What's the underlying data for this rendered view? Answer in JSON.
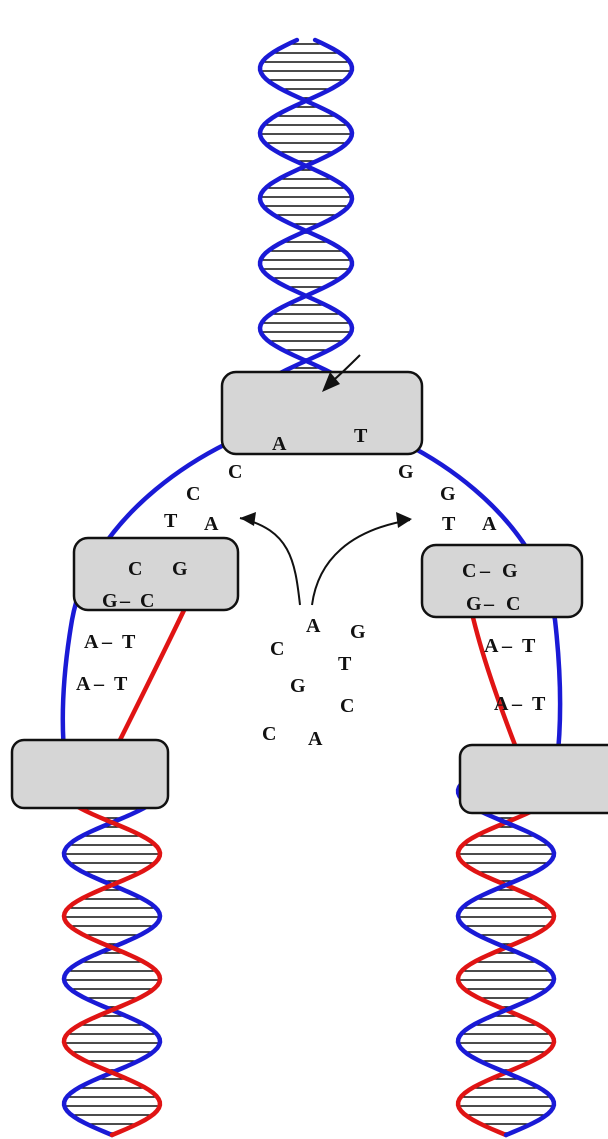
{
  "colors": {
    "parent_strand": "#1a1ad6",
    "new_strand": "#e01414",
    "enzyme_fill": "#d6d6d6",
    "rung": "#111111",
    "outline": "#111111"
  },
  "fork_bases": {
    "left": [
      "A",
      "C",
      "C",
      "T",
      "A"
    ],
    "right": [
      "T",
      "G",
      "G",
      "T",
      "A"
    ]
  },
  "left_pairs": [
    {
      "a": "C",
      "b": "G",
      "dash": ""
    },
    {
      "a": "G",
      "b": "C",
      "dash": "–"
    },
    {
      "a": "A",
      "b": "T",
      "dash": "–"
    },
    {
      "a": "A",
      "b": "T",
      "dash": "–"
    }
  ],
  "right_pairs": [
    {
      "a": "C",
      "b": "G",
      "dash": "–"
    },
    {
      "a": "G",
      "b": "C",
      "dash": "–"
    },
    {
      "a": "A",
      "b": "T",
      "dash": "–"
    },
    {
      "a": "A",
      "b": "T",
      "dash": "–"
    }
  ],
  "free_nucleotides": [
    "A",
    "G",
    "C",
    "T",
    "G",
    "C",
    "C",
    "A"
  ]
}
